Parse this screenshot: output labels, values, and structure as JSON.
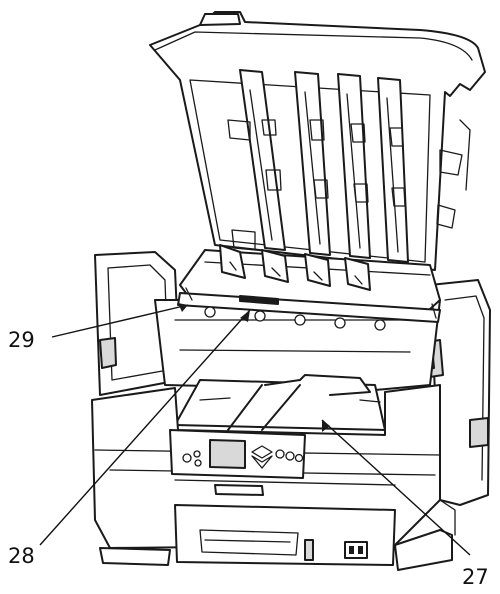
{
  "callouts": {
    "c29": "29",
    "c28": "28",
    "c27": "27"
  },
  "icons": [
    "printer-illustration",
    "control-panel-icon",
    "power-switch-icon"
  ]
}
